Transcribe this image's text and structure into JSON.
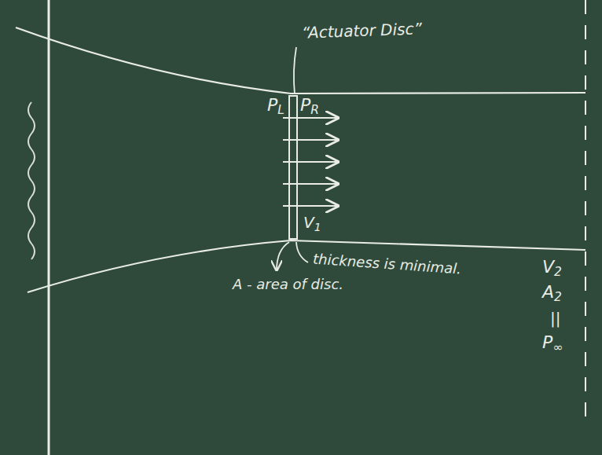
{
  "diagram": {
    "labels": [
      "“Actuator Disc”",
      "PL",
      "PR",
      "V1",
      "A - area of disc.",
      "thickness is minimal.",
      "V2",
      "A2",
      "||",
      "P∞"
    ]
  }
}
